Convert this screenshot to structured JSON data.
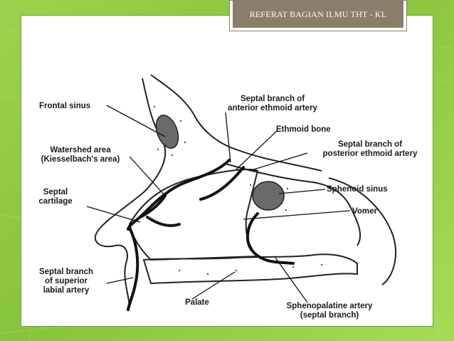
{
  "header": {
    "title": "REFERAT BAGIAN ILMU THT - KL"
  },
  "labels": {
    "frontal_sinus": "Frontal sinus",
    "septal_ant_1": "Septal branch of",
    "septal_ant_2": "anterior ethmoid artery",
    "ethmoid_bone": "Ethmoid bone",
    "septal_post_1": "Septal branch of",
    "septal_post_2": "posterior ethmoid artery",
    "watershed_1": "Watershed area",
    "watershed_2": "(Kiesselbach's area)",
    "septal_cart_1": "Septal",
    "septal_cart_2": "cartilage",
    "sphenoid_sinus": "Sphenoid sinus",
    "vomer": "Vomer",
    "septal_sup_1": "Septal branch",
    "septal_sup_2": "of superior",
    "septal_sup_3": "labial artery",
    "palate": "Palate",
    "spheno_1": "Sphenopalatine artery",
    "spheno_2": "(septal branch)"
  },
  "colors": {
    "background": "#8fcb42",
    "title_bar": "#8a7e6a",
    "slide": "#ffffff"
  }
}
